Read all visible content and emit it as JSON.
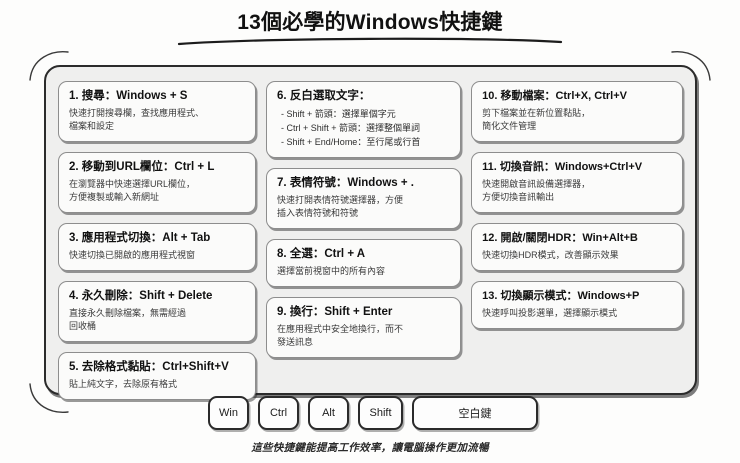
{
  "header": {
    "title": "13個必學的Windows快捷鍵"
  },
  "columns": [
    {
      "name": "column-1",
      "cards": [
        {
          "title": "1. 搜尋：Windows + S",
          "desc": "快速打開搜尋欄，查找應用程式、\n檔案和設定"
        },
        {
          "title": "2. 移動到URL欄位：Ctrl + L",
          "desc": "在瀏覽器中快速選擇URL欄位，\n方便複製或輸入新網址"
        },
        {
          "title": "3. 應用程式切換：Alt + Tab",
          "desc": "快速切換已開啟的應用程式視窗"
        },
        {
          "title": "4. 永久刪除：Shift + Delete",
          "desc": "直接永久刪除檔案，無需經過\n回收桶"
        },
        {
          "title": "5. 去除格式黏貼：Ctrl+Shift+V",
          "desc": "貼上純文字，去除原有格式"
        }
      ]
    },
    {
      "name": "column-2",
      "cards": [
        {
          "title": "6. 反白選取文字：",
          "sub": [
            "- Shift + 箭頭：選擇單個字元",
            "- Ctrl + Shift + 箭頭：選擇整個單詞",
            "- Shift + End/Home：至行尾或行首"
          ]
        },
        {
          "title": "7. 表情符號：Windows + .",
          "desc": "快速打開表情符號選擇器，方便\n插入表情符號和符號"
        },
        {
          "title": "8. 全選：Ctrl + A",
          "desc": "選擇當前視窗中的所有內容"
        },
        {
          "title": "9. 換行：Shift + Enter",
          "desc": "在應用程式中安全地換行，而不\n發送訊息"
        }
      ]
    },
    {
      "name": "column-3",
      "cards": [
        {
          "title": "10. 移動檔案：Ctrl+X, Ctrl+V",
          "desc": "剪下檔案並在新位置黏貼，\n簡化文件管理"
        },
        {
          "title": "11. 切換音訊：Windows+Ctrl+V",
          "desc": "快速開啟音訊設備選擇器，\n方便切換音訊輸出"
        },
        {
          "title": "12. 開啟/關閉HDR：Win+Alt+B",
          "desc": "快速切換HDR模式，改善顯示效果"
        },
        {
          "title": "13. 切換顯示模式：Windows+P",
          "desc": "快速呼叫投影選單，選擇顯示模式"
        }
      ]
    }
  ],
  "keyboard": {
    "keys": [
      {
        "label": "Win",
        "size": "sm"
      },
      {
        "label": "Ctrl",
        "size": "sm"
      },
      {
        "label": "Alt",
        "size": "sm"
      },
      {
        "label": "Shift",
        "size": "md"
      },
      {
        "label": "空白鍵",
        "size": "space"
      }
    ]
  },
  "footer": {
    "note": "這些快捷鍵能提高工作效率，讓電腦操作更加流暢"
  },
  "colors": {
    "page_background": "#fdfdfc",
    "panel_background": "#efefee",
    "card_background": "#fbfbfa",
    "border_dark": "#2b2b2b",
    "border_light": "#8d8d8d",
    "text_primary": "#111111",
    "text_secondary": "#3a3a3a"
  }
}
